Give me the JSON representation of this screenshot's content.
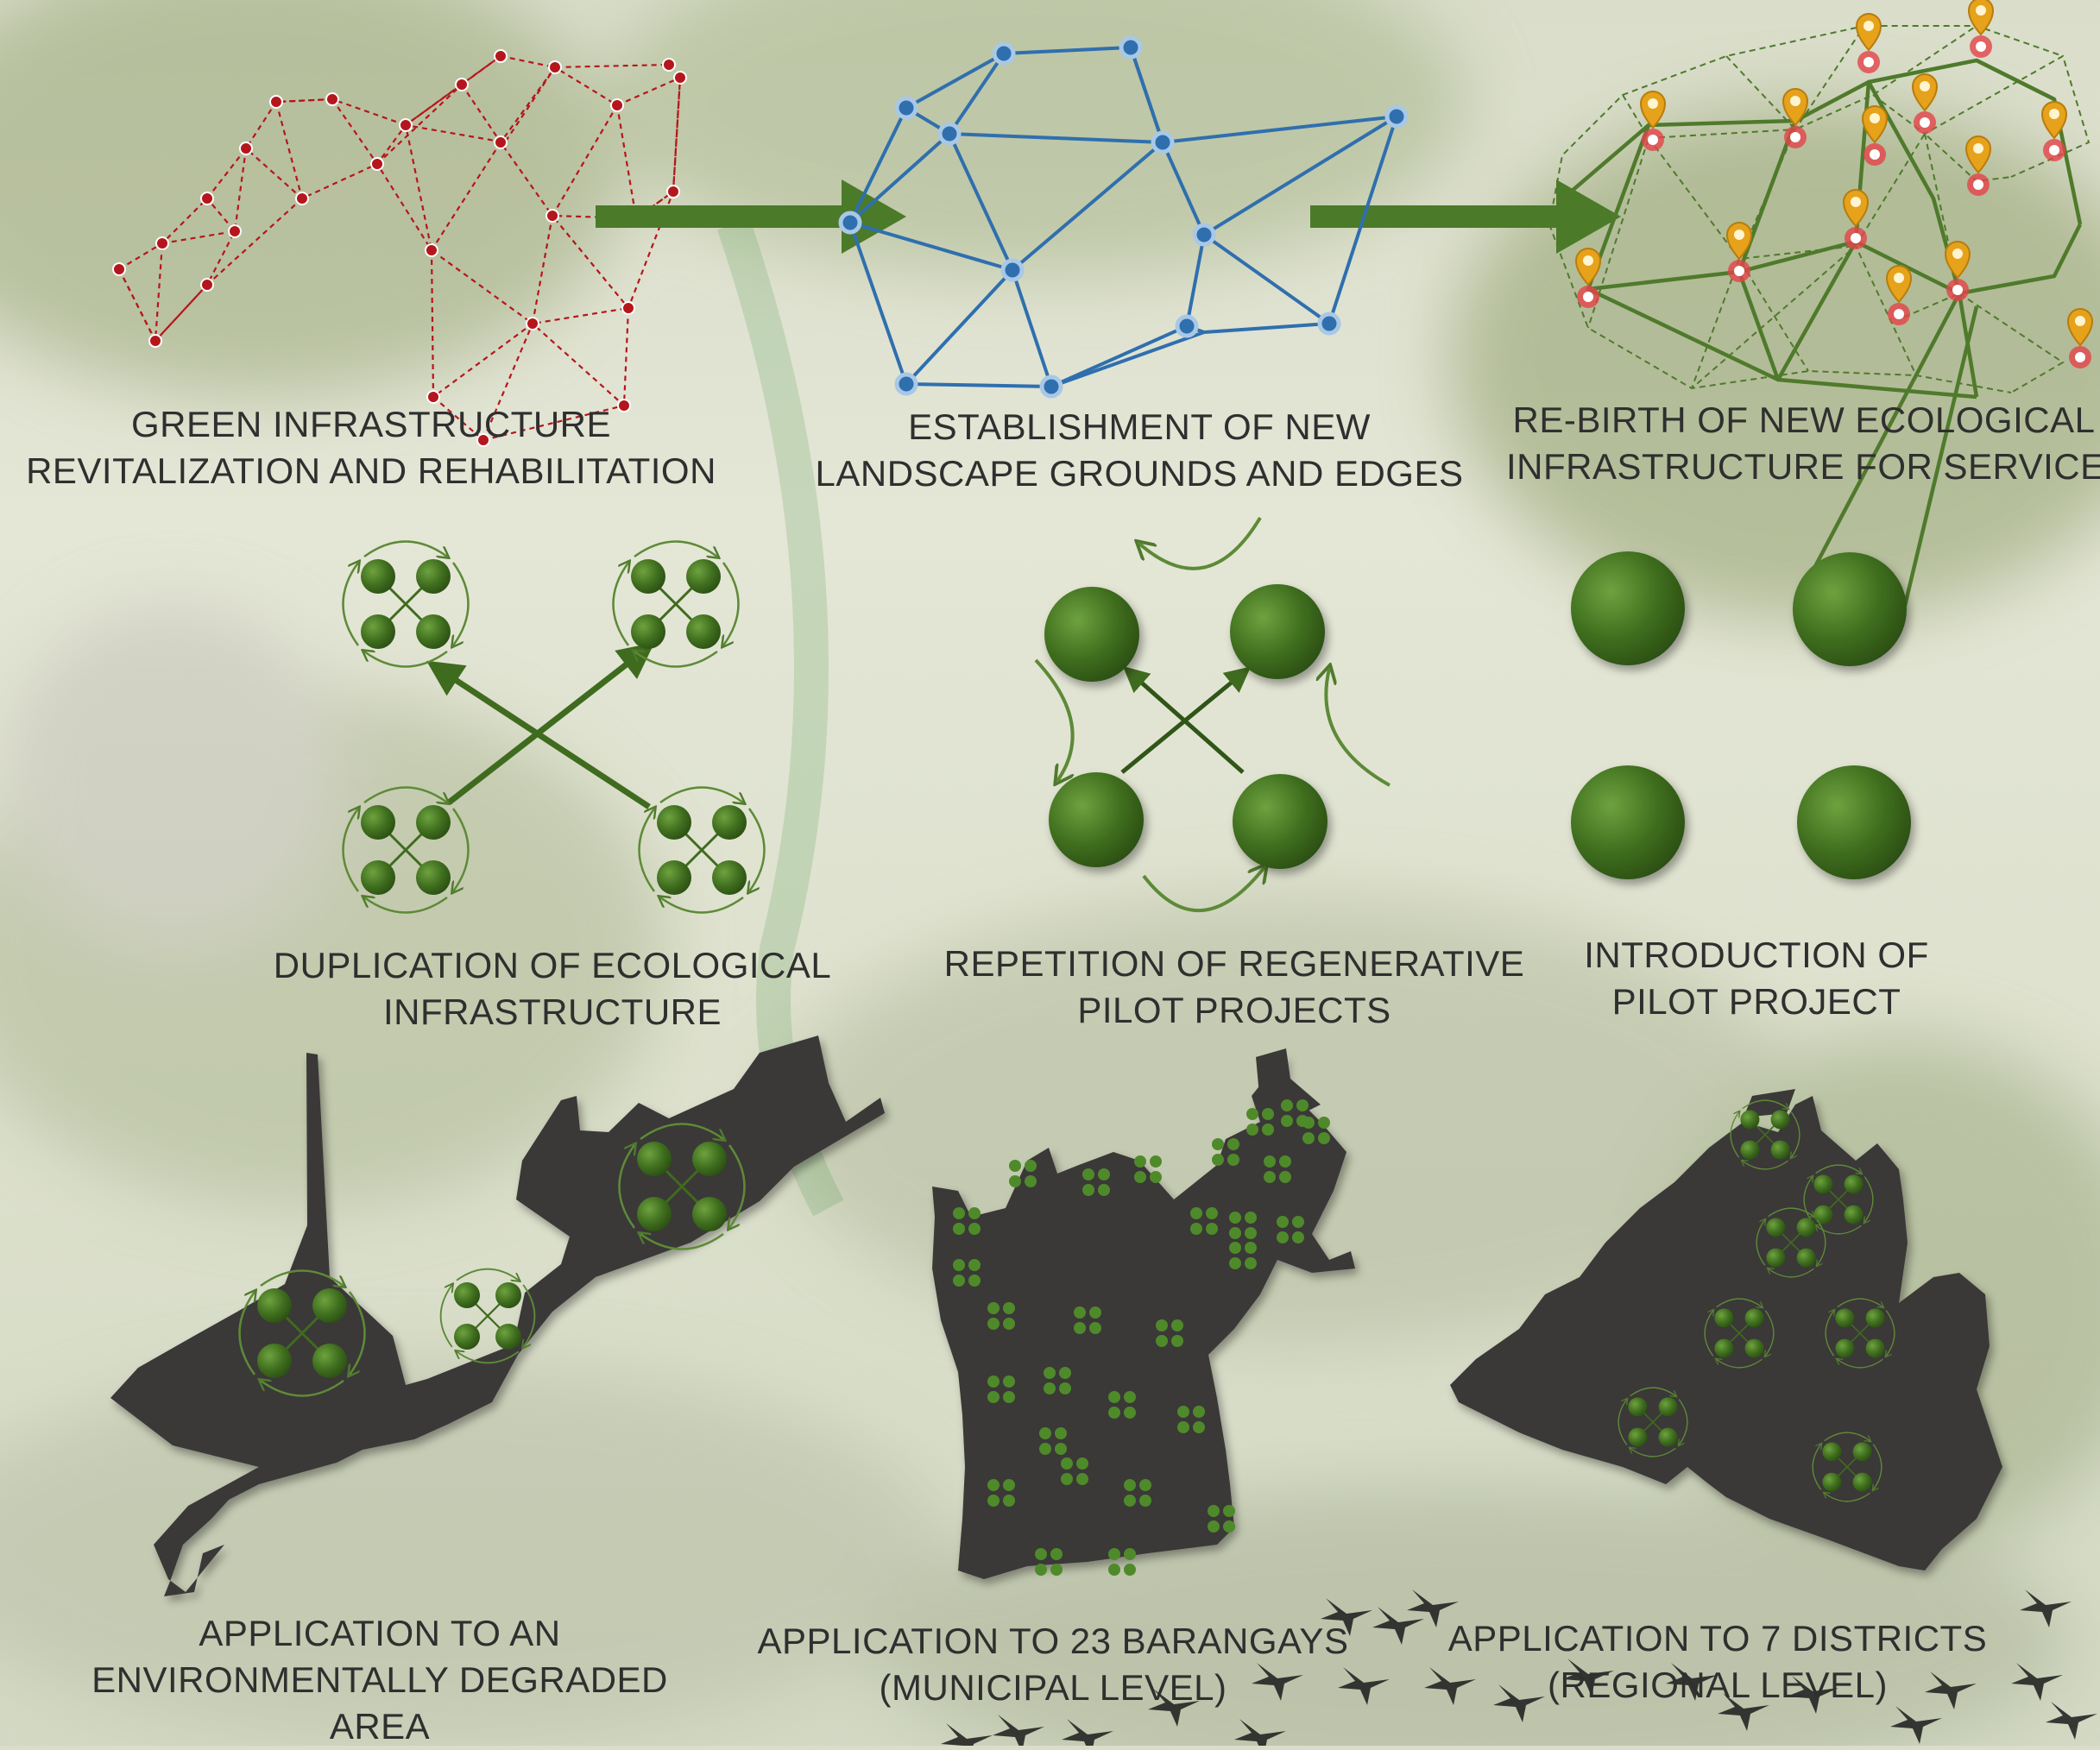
{
  "colors": {
    "network_red": "#b5161c",
    "network_blue": "#2f6fae",
    "network_green": "#4f7a2c",
    "arrow": "#4b7a29",
    "circle": "#3f6b1f",
    "map": "#3a3938",
    "text": "#2f2f2f",
    "pin_orange": "#e6a21a",
    "pin_red": "#e3434a"
  },
  "icons": [
    "location-pin-icon",
    "bird-icon"
  ],
  "captions": {
    "green_infrastructure": [
      "GREEN INFRASTRUCTURE",
      "REVITALIZATION AND REHABILITATION"
    ],
    "new_landscape": [
      "ESTABLISHMENT OF NEW",
      "LANDSCAPE GROUNDS AND EDGES"
    ],
    "rebirth": [
      "RE-BIRTH OF NEW ECOLOGICAL",
      "INFRASTRUCTURE FOR SERVICES"
    ],
    "duplication": [
      "DUPLICATION OF  ECOLOGICAL",
      "INFRASTRUCTURE"
    ],
    "repetition": [
      "REPETITION OF REGENERATIVE",
      "PILOT PROJECTS"
    ],
    "introduction": [
      "INTRODUCTION OF",
      "PILOT PROJECT"
    ],
    "degraded_area": [
      "APPLICATION TO AN",
      "ENVIRONMENTALLY DEGRADED",
      "AREA"
    ],
    "barangays": [
      "APPLICATION TO 23 BARANGAYS",
      "(MUNICIPAL LEVEL)"
    ],
    "districts": [
      "APPLICATION TO 7 DISTRICTS",
      "(REGIONAL LEVEL)"
    ]
  }
}
